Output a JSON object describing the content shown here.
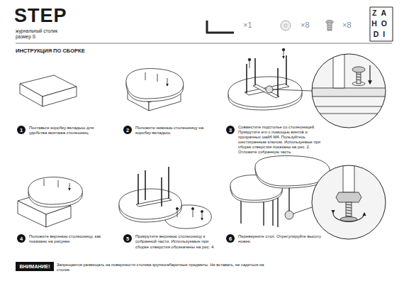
{
  "diagram": {
    "title": "STEP",
    "nodes": [
      {
        "text": [
          "1"
        ]
      },
      {
        "text": [
          "2"
        ]
      },
      {
        "text": [
          "3"
        ]
      },
      {
        "text": [
          "4"
        ]
      },
      {
        "text": [
          "5"
        ]
      },
      {
        "text": [
          "6"
        ]
      },
      {
        "text": [
          "ВНИМАНИЕ!"
        ]
      }
    ],
    "labels": [
      "журнальный столик",
      "размер S",
      "×1",
      "×8",
      "×8",
      "ZA",
      "HO",
      "DI",
      "ИНСТРУКЦИЯ ПО СБОРКЕ",
      "Поставьте коробку-вкладыш для удобства монтажа столешниц.",
      "Положите нижнюю столешницу на коробку-вкладыш.",
      "Совместите подстолье со столешницей. Прикрутите его с помощью винтов и прозрачных шайб М4. Пользуйтесь шестигранным ключом. Используемые при сборке отверстия показаны на рис. 2. Отложите собранную часть.",
      "Положите верхнюю столешницу, как показано на рисунке.",
      "Прикрутите верхнюю столешницу к собранной части. Используемые при сборке отверстия обозначены на рис. 4.",
      "Переверните стол. Отрегулируйте высоту ножек.",
      "Запрещается размещать на поверхности столика крупногабаритные предметы. Не вставать, не садиться на столик."
    ]
  }
}
